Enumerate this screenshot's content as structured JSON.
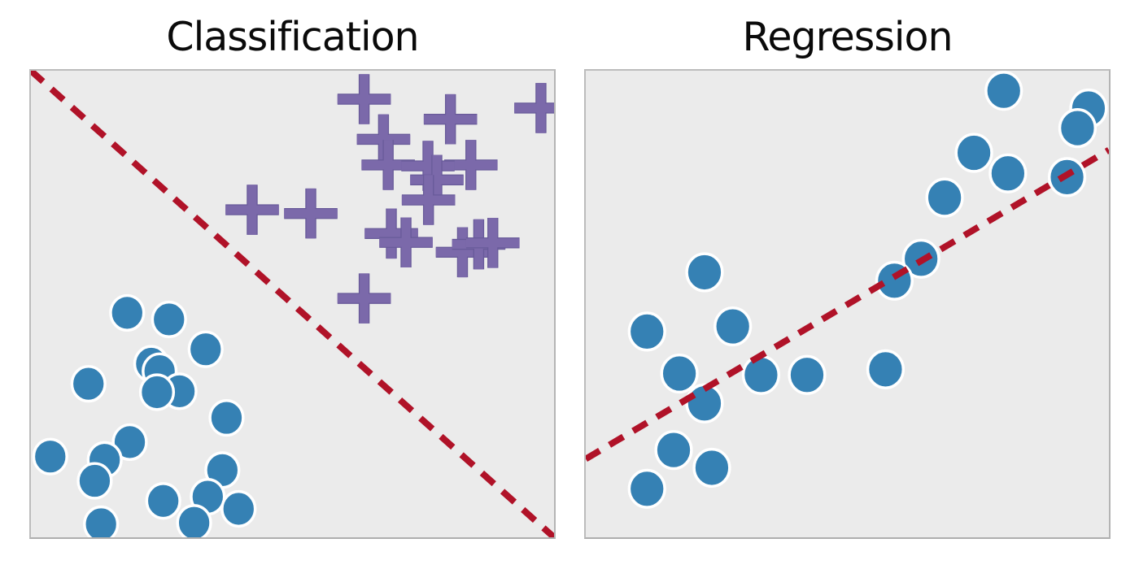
{
  "page": {
    "background": "#ffffff",
    "figure_type": "matplotlib-style side-by-side scatter figure"
  },
  "colors": {
    "panel_background": "#ebebeb",
    "panel_border": "#bcbcbc",
    "circle_fill": "#3581b4",
    "circle_edge": "#ffffff",
    "plus_color": "#7b69aa",
    "plus_outline": "#685a99",
    "dashed_line": "#b01228",
    "title_text": "#0a0a0a"
  },
  "chart_data": [
    {
      "type": "scatter",
      "title": "Classification",
      "xlabel": "",
      "ylabel": "",
      "xlim": [
        0,
        1
      ],
      "ylim": [
        0,
        1
      ],
      "grid": false,
      "axes_ticks_visible": false,
      "legend": null,
      "series": [
        {
          "name": "class-circles",
          "marker": "circle",
          "color": "#3581b4",
          "edge_color": "#ffffff",
          "edge_width": 3.5,
          "rx": 20.5,
          "ry": 21.5,
          "points": [
            [
              0.184,
              0.481
            ],
            [
              0.264,
              0.467
            ],
            [
              0.334,
              0.403
            ],
            [
              0.23,
              0.372
            ],
            [
              0.246,
              0.356
            ],
            [
              0.11,
              0.329
            ],
            [
              0.284,
              0.313
            ],
            [
              0.241,
              0.311
            ],
            [
              0.374,
              0.256
            ],
            [
              0.189,
              0.204
            ],
            [
              0.037,
              0.173
            ],
            [
              0.141,
              0.166
            ],
            [
              0.122,
              0.121
            ],
            [
              0.366,
              0.144
            ],
            [
              0.253,
              0.078
            ],
            [
              0.338,
              0.087
            ],
            [
              0.397,
              0.061
            ],
            [
              0.134,
              0.028
            ],
            [
              0.312,
              0.031
            ]
          ]
        },
        {
          "name": "class-plusses",
          "marker": "plus",
          "color": "#7b69aa",
          "outline_color": "#685a99",
          "stroke_width": 11,
          "outline_stroke_width": 13.5,
          "arm_x": 33,
          "arm_y": 31,
          "points": [
            [
              0.637,
              0.939
            ],
            [
              0.802,
              0.896
            ],
            [
              0.975,
              0.92
            ],
            [
              0.674,
              0.853
            ],
            [
              0.683,
              0.798
            ],
            [
              0.841,
              0.798
            ],
            [
              0.759,
              0.796
            ],
            [
              0.776,
              0.766
            ],
            [
              0.76,
              0.723
            ],
            [
              0.689,
              0.651
            ],
            [
              0.717,
              0.632
            ],
            [
              0.825,
              0.611
            ],
            [
              0.856,
              0.628
            ],
            [
              0.883,
              0.631
            ],
            [
              0.423,
              0.702
            ],
            [
              0.535,
              0.694
            ],
            [
              0.637,
              0.512
            ]
          ]
        }
      ],
      "line": {
        "role": "decision-boundary",
        "style": "dashed",
        "color": "#b01228",
        "width": 8,
        "dash": [
          20,
          14
        ],
        "from": [
          0.0,
          1.0
        ],
        "to": [
          1.0,
          0.0
        ]
      }
    },
    {
      "type": "scatter",
      "title": "Regression",
      "xlabel": "",
      "ylabel": "",
      "xlim": [
        0,
        1
      ],
      "ylim": [
        0,
        1
      ],
      "grid": false,
      "axes_ticks_visible": false,
      "legend": null,
      "series": [
        {
          "name": "samples-circles",
          "marker": "circle",
          "color": "#3581b4",
          "edge_color": "#ffffff",
          "edge_width": 3.5,
          "rx": 22,
          "ry": 23,
          "points": [
            [
              0.227,
              0.568
            ],
            [
              0.117,
              0.441
            ],
            [
              0.281,
              0.452
            ],
            [
              0.179,
              0.351
            ],
            [
              0.335,
              0.348
            ],
            [
              0.423,
              0.348
            ],
            [
              0.227,
              0.287
            ],
            [
              0.573,
              0.36
            ],
            [
              0.168,
              0.187
            ],
            [
              0.241,
              0.149
            ],
            [
              0.117,
              0.104
            ],
            [
              0.799,
              0.957
            ],
            [
              0.961,
              0.919
            ],
            [
              0.94,
              0.877
            ],
            [
              0.742,
              0.824
            ],
            [
              0.807,
              0.78
            ],
            [
              0.92,
              0.772
            ],
            [
              0.686,
              0.728
            ],
            [
              0.641,
              0.597
            ],
            [
              0.59,
              0.55
            ]
          ]
        }
      ],
      "line": {
        "role": "regression-fit",
        "style": "dashed",
        "color": "#b01228",
        "width": 8,
        "dash": [
          20,
          14
        ],
        "from": [
          0.0,
          0.168
        ],
        "to": [
          1.0,
          0.83
        ]
      }
    }
  ]
}
